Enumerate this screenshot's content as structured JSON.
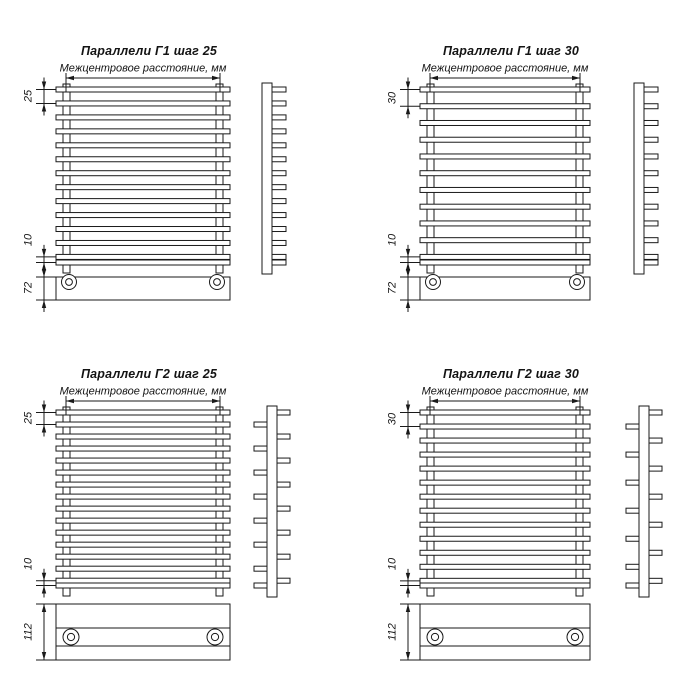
{
  "sheet": {
    "background": "#ffffff",
    "line_color": "#1a1a1a"
  },
  "panels": [
    {
      "title": "Параллели Г1 шаг 25",
      "subtitle": "Межцентровое расстояние, мм",
      "series": "Г1",
      "step_label": "25",
      "gap_label": "10",
      "collector_label": "72",
      "step_mm": 25,
      "end_gap_mm": 10,
      "collector_height_mm": 72,
      "bar_count": 14,
      "row_type": "single"
    },
    {
      "title": "Параллели Г1 шаг 30",
      "subtitle": "Межцентровое расстояние, мм",
      "series": "Г1",
      "step_label": "30",
      "gap_label": "10",
      "collector_label": "72",
      "step_mm": 30,
      "end_gap_mm": 10,
      "collector_height_mm": 72,
      "bar_count": 12,
      "row_type": "single"
    },
    {
      "title": "Параллели Г2 шаг 25",
      "subtitle": "Межцентровое расстояние, мм",
      "series": "Г2",
      "step_label": "25",
      "gap_label": "10",
      "collector_label": "112",
      "step_mm": 25,
      "end_gap_mm": 10,
      "collector_height_mm": 112,
      "bar_count": 16,
      "row_type": "double"
    },
    {
      "title": "Параллели Г2 шаг 30",
      "subtitle": "Межцентровое расстояние, мм",
      "series": "Г2",
      "step_label": "30",
      "gap_label": "10",
      "collector_label": "112",
      "step_mm": 30,
      "end_gap_mm": 10,
      "collector_height_mm": 112,
      "bar_count": 14,
      "row_type": "double"
    }
  ]
}
